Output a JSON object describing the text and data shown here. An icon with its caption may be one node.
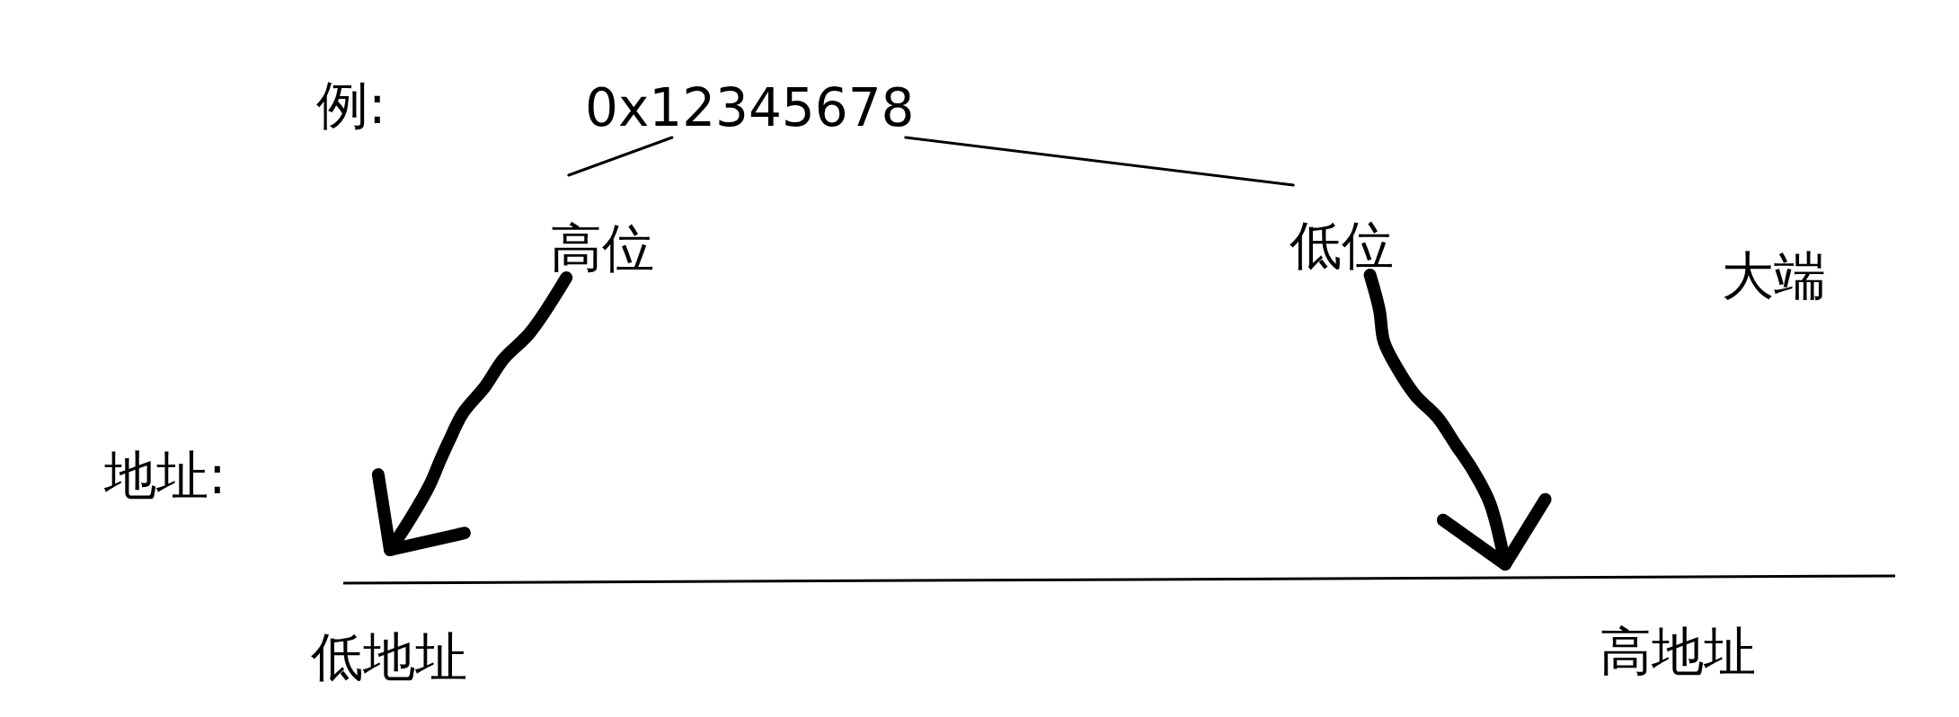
{
  "diagram": {
    "nodes": [
      {
        "text": [
          "0x12345678"
        ]
      },
      {
        "text": [
          "高位"
        ]
      },
      {
        "text": [
          "低位"
        ]
      }
    ],
    "edges": [
      {
        "from": 0,
        "to": 1,
        "arrow": "none"
      },
      {
        "from": 0,
        "to": 2,
        "arrow": "none"
      },
      {
        "from": 1,
        "to": null,
        "arrow": "to",
        "style": "thick"
      },
      {
        "from": 2,
        "to": null,
        "arrow": "to",
        "style": "thick"
      }
    ],
    "labels": [
      "例:",
      "大端",
      "地址:",
      "低地址",
      "高地址"
    ]
  }
}
